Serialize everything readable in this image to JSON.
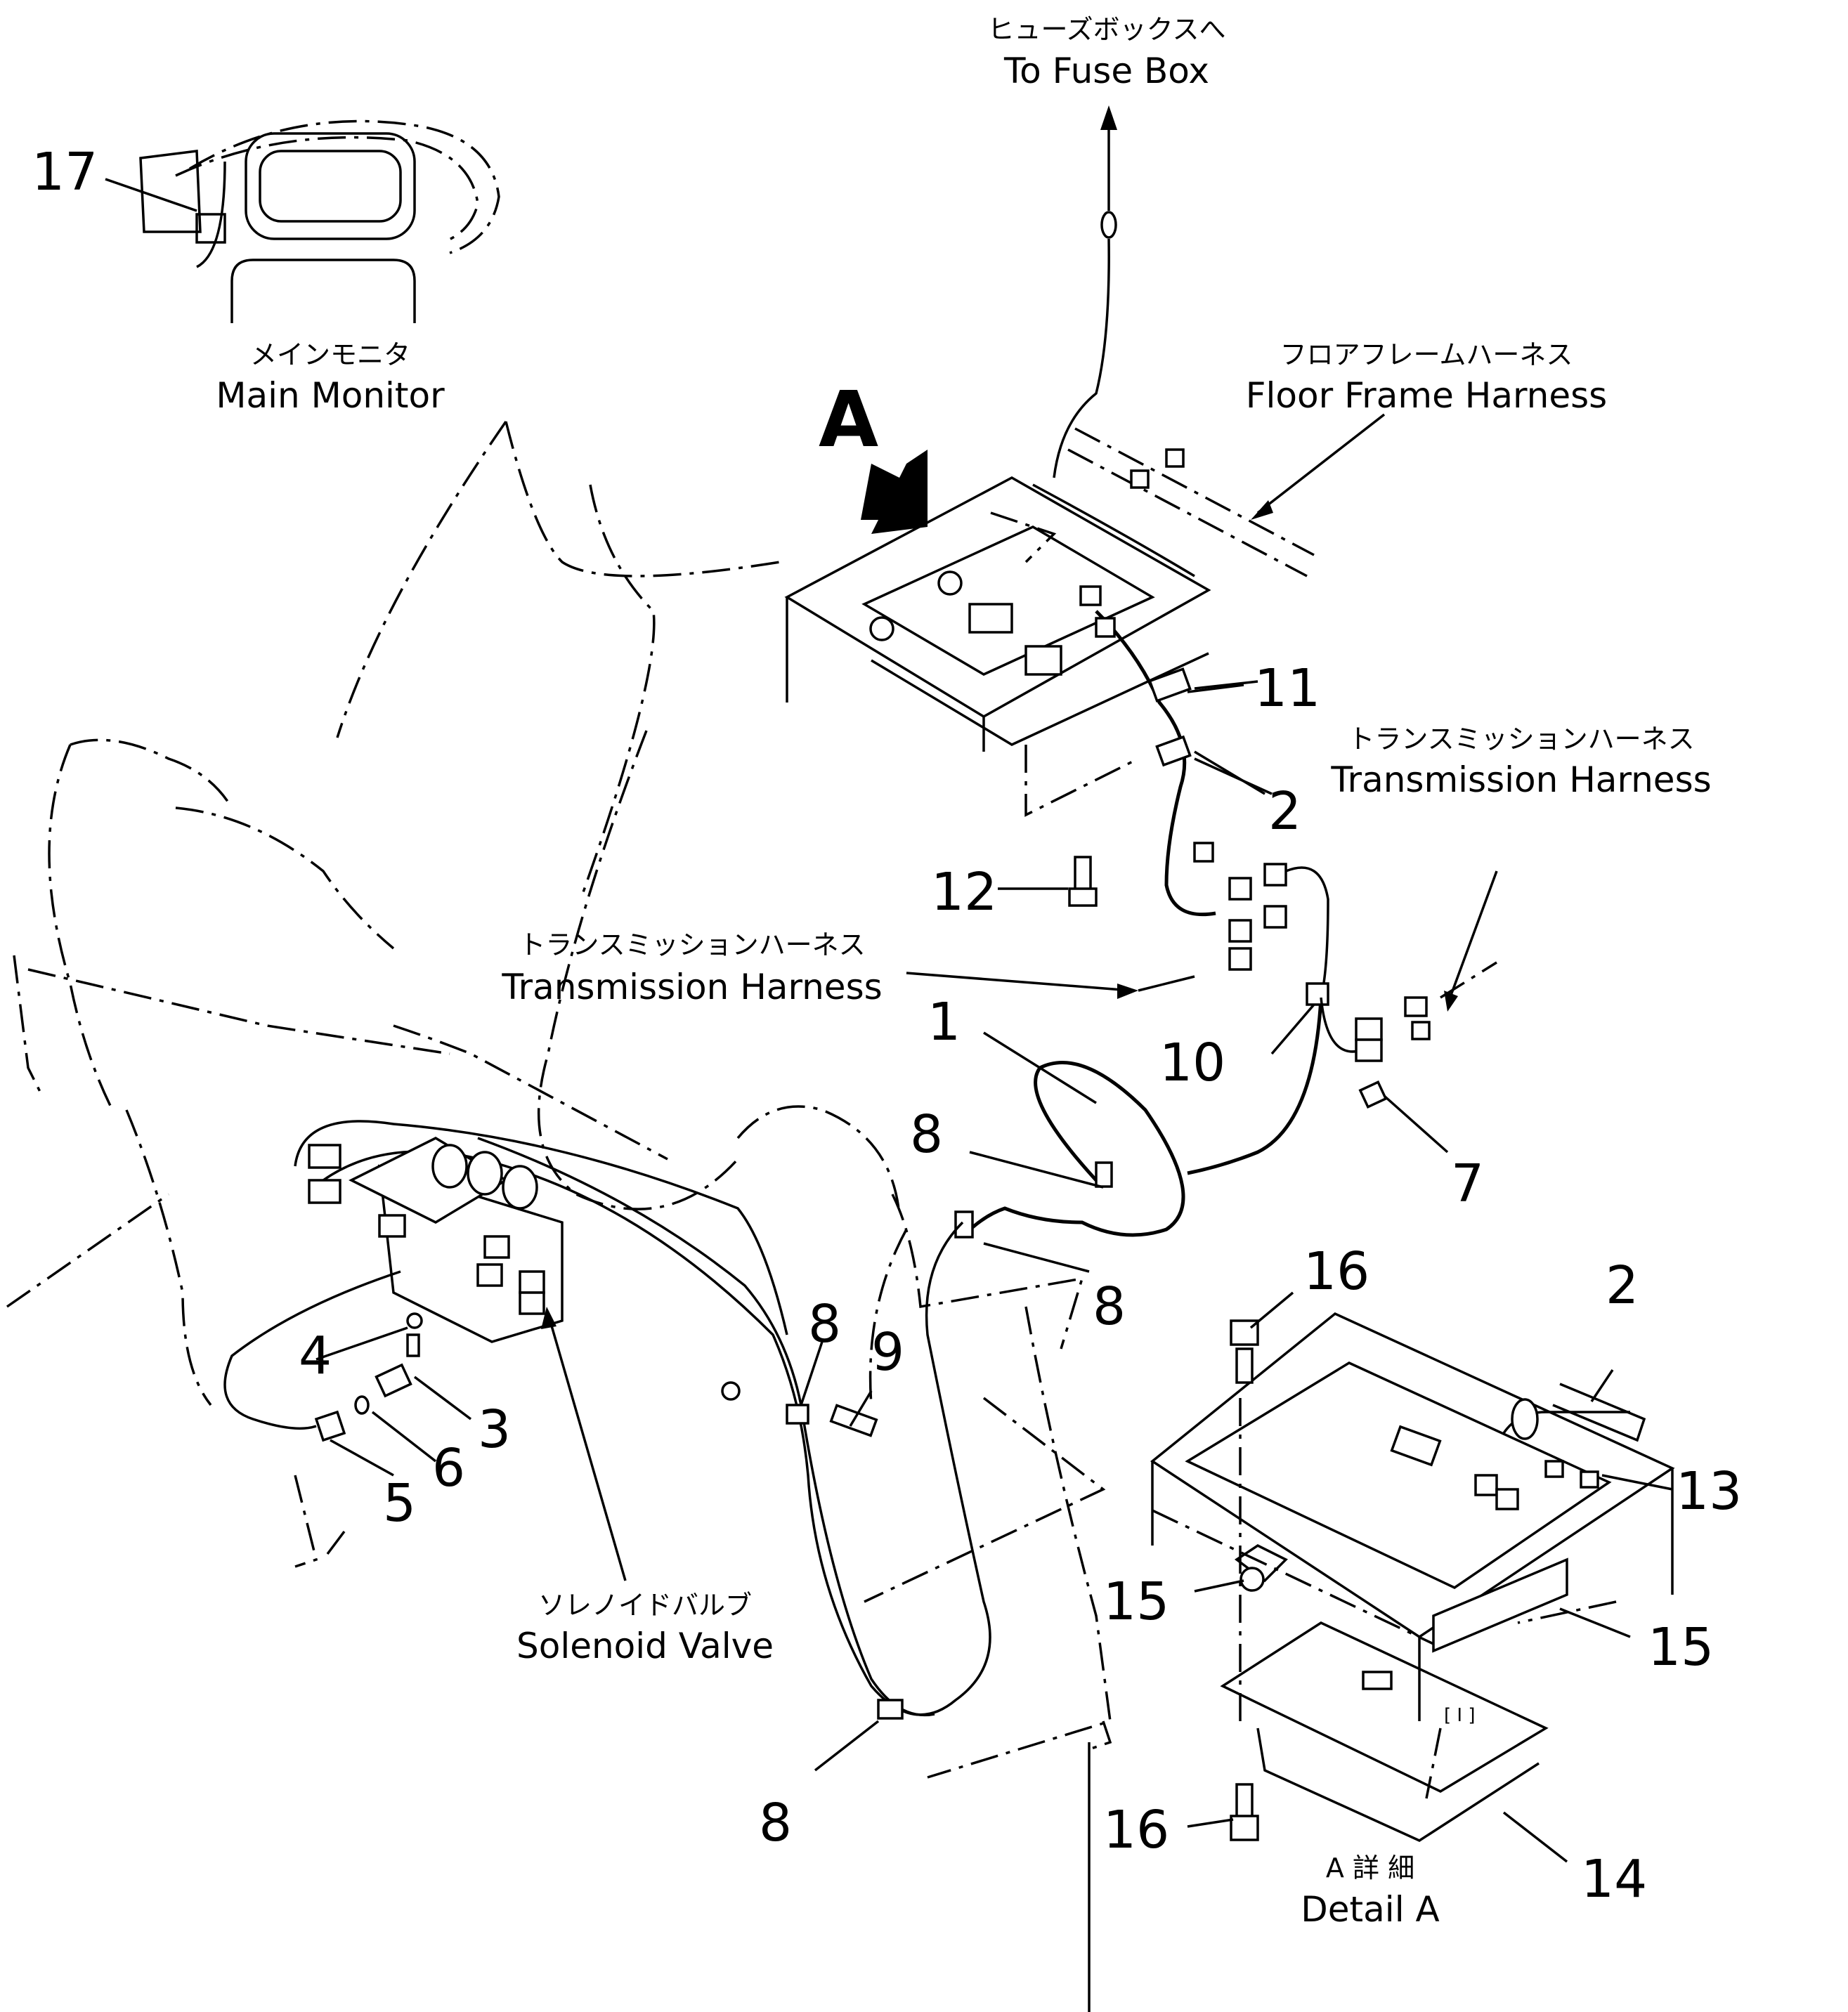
{
  "labels": {
    "fuse_box_jp": "ヒューズボックスへ",
    "fuse_box_en": "To Fuse Box",
    "main_monitor_jp": "メインモニタ",
    "main_monitor_en": "Main Monitor",
    "floor_frame_jp": "フロアフレームハーネス",
    "floor_frame_en": "Floor Frame Harness",
    "transmission_right_jp": "トランスミッションハーネス",
    "transmission_right_en": "Transmission Harness",
    "transmission_left_jp": "トランスミッションハーネス",
    "transmission_left_en": "Transmission Harness",
    "solenoid_jp": "ソレノイドバルブ",
    "solenoid_en": "Solenoid Valve",
    "detail_jp": "A 詳 細",
    "detail_en": "Detail A",
    "view_marker": "A"
  },
  "callouts": {
    "c17": "17",
    "c11": "11",
    "c2a": "2",
    "c12": "12",
    "c1": "1",
    "c10": "10",
    "c7": "7",
    "c8a": "8",
    "c8b": "8",
    "c8c": "8",
    "c8d": "8",
    "c9": "9",
    "c4": "4",
    "c3": "3",
    "c6": "6",
    "c5": "5",
    "c16a": "16",
    "c2b": "2",
    "c13": "13",
    "c15a": "15",
    "c15b": "15",
    "c16b": "16",
    "c14": "14"
  },
  "colors": {
    "ink": "#000000",
    "paper": "#ffffff"
  }
}
